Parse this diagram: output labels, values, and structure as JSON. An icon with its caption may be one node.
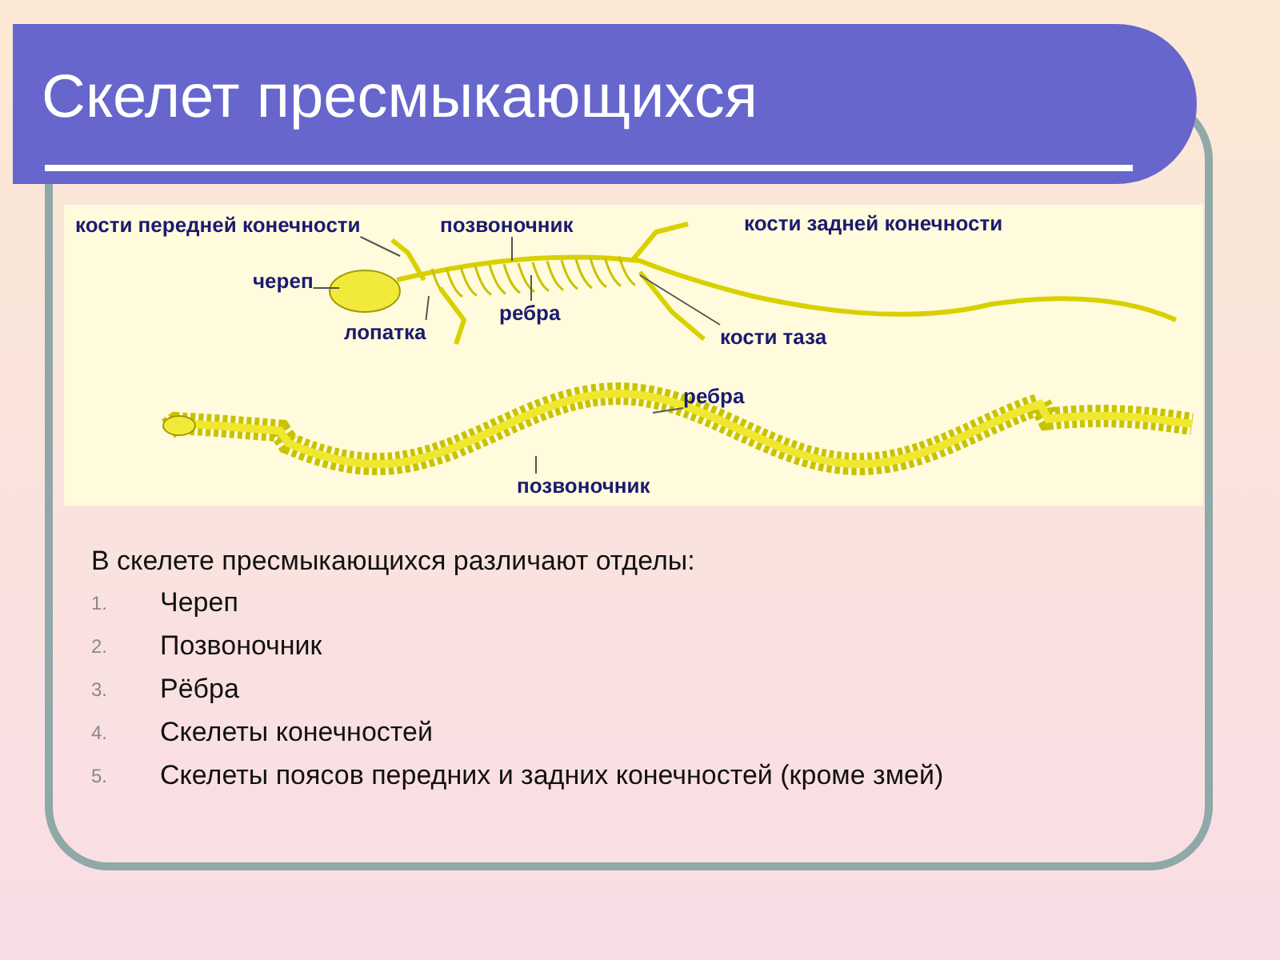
{
  "diagram": {
    "title": "Скелет пресмыкающихся",
    "nodes": [
      {
        "text": [
          "кости передней конечности"
        ]
      },
      {
        "text": [
          "позвоночник"
        ]
      },
      {
        "text": [
          "череп"
        ]
      },
      {
        "text": [
          "лопатка"
        ]
      },
      {
        "text": [
          "ребра"
        ]
      },
      {
        "text": [
          "кости таза"
        ]
      },
      {
        "text": [
          "ребра"
        ]
      },
      {
        "text": [
          "позвоночник"
        ]
      }
    ],
    "edges": [
      {
        "from": 0,
        "to": null,
        "arrow": "none"
      },
      {
        "from": 1,
        "to": null,
        "arrow": "none"
      },
      {
        "from": 2,
        "to": null,
        "arrow": "none"
      },
      {
        "from": 3,
        "to": null,
        "arrow": "none"
      },
      {
        "from": 4,
        "to": null,
        "arrow": "none"
      },
      {
        "from": 5,
        "to": null,
        "arrow": "none"
      },
      {
        "from": 6,
        "to": null,
        "arrow": "none"
      },
      {
        "from": 7,
        "to": null,
        "arrow": "none"
      }
    ],
    "labels": [
      "кости задней конечности",
      "В скелете пресмыкающихся различают отделы:",
      "1.",
      "Череп",
      "2.",
      "Позвоночник",
      "3.",
      "Рёбра",
      "4.",
      "Скелеты конечностей",
      "5.",
      "Скелеты поясов передних и задних конечностей (кроме змей)"
    ]
  }
}
